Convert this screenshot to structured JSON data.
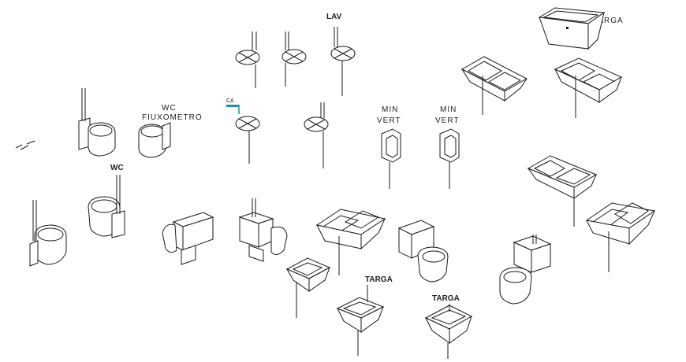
{
  "labels": {
    "lav": "LAV",
    "targa_top": "TARGA",
    "wc_fluxometro_line1": "WC",
    "wc_fluxometro_line2": "FIUXOMETRO",
    "wc_bold": "WC",
    "ca": "CA",
    "min_vert_1_line1": "MIN",
    "min_vert_1_line2": "VERT",
    "min_vert_2_line1": "MIN",
    "min_vert_2_line2": "VERT",
    "targa_mid": "TARGA",
    "targa_bottom": "TARGA"
  },
  "colors": {
    "line": "#1a1a1a",
    "ca_marker": "#1e8fa8",
    "background": "#ffffff"
  }
}
